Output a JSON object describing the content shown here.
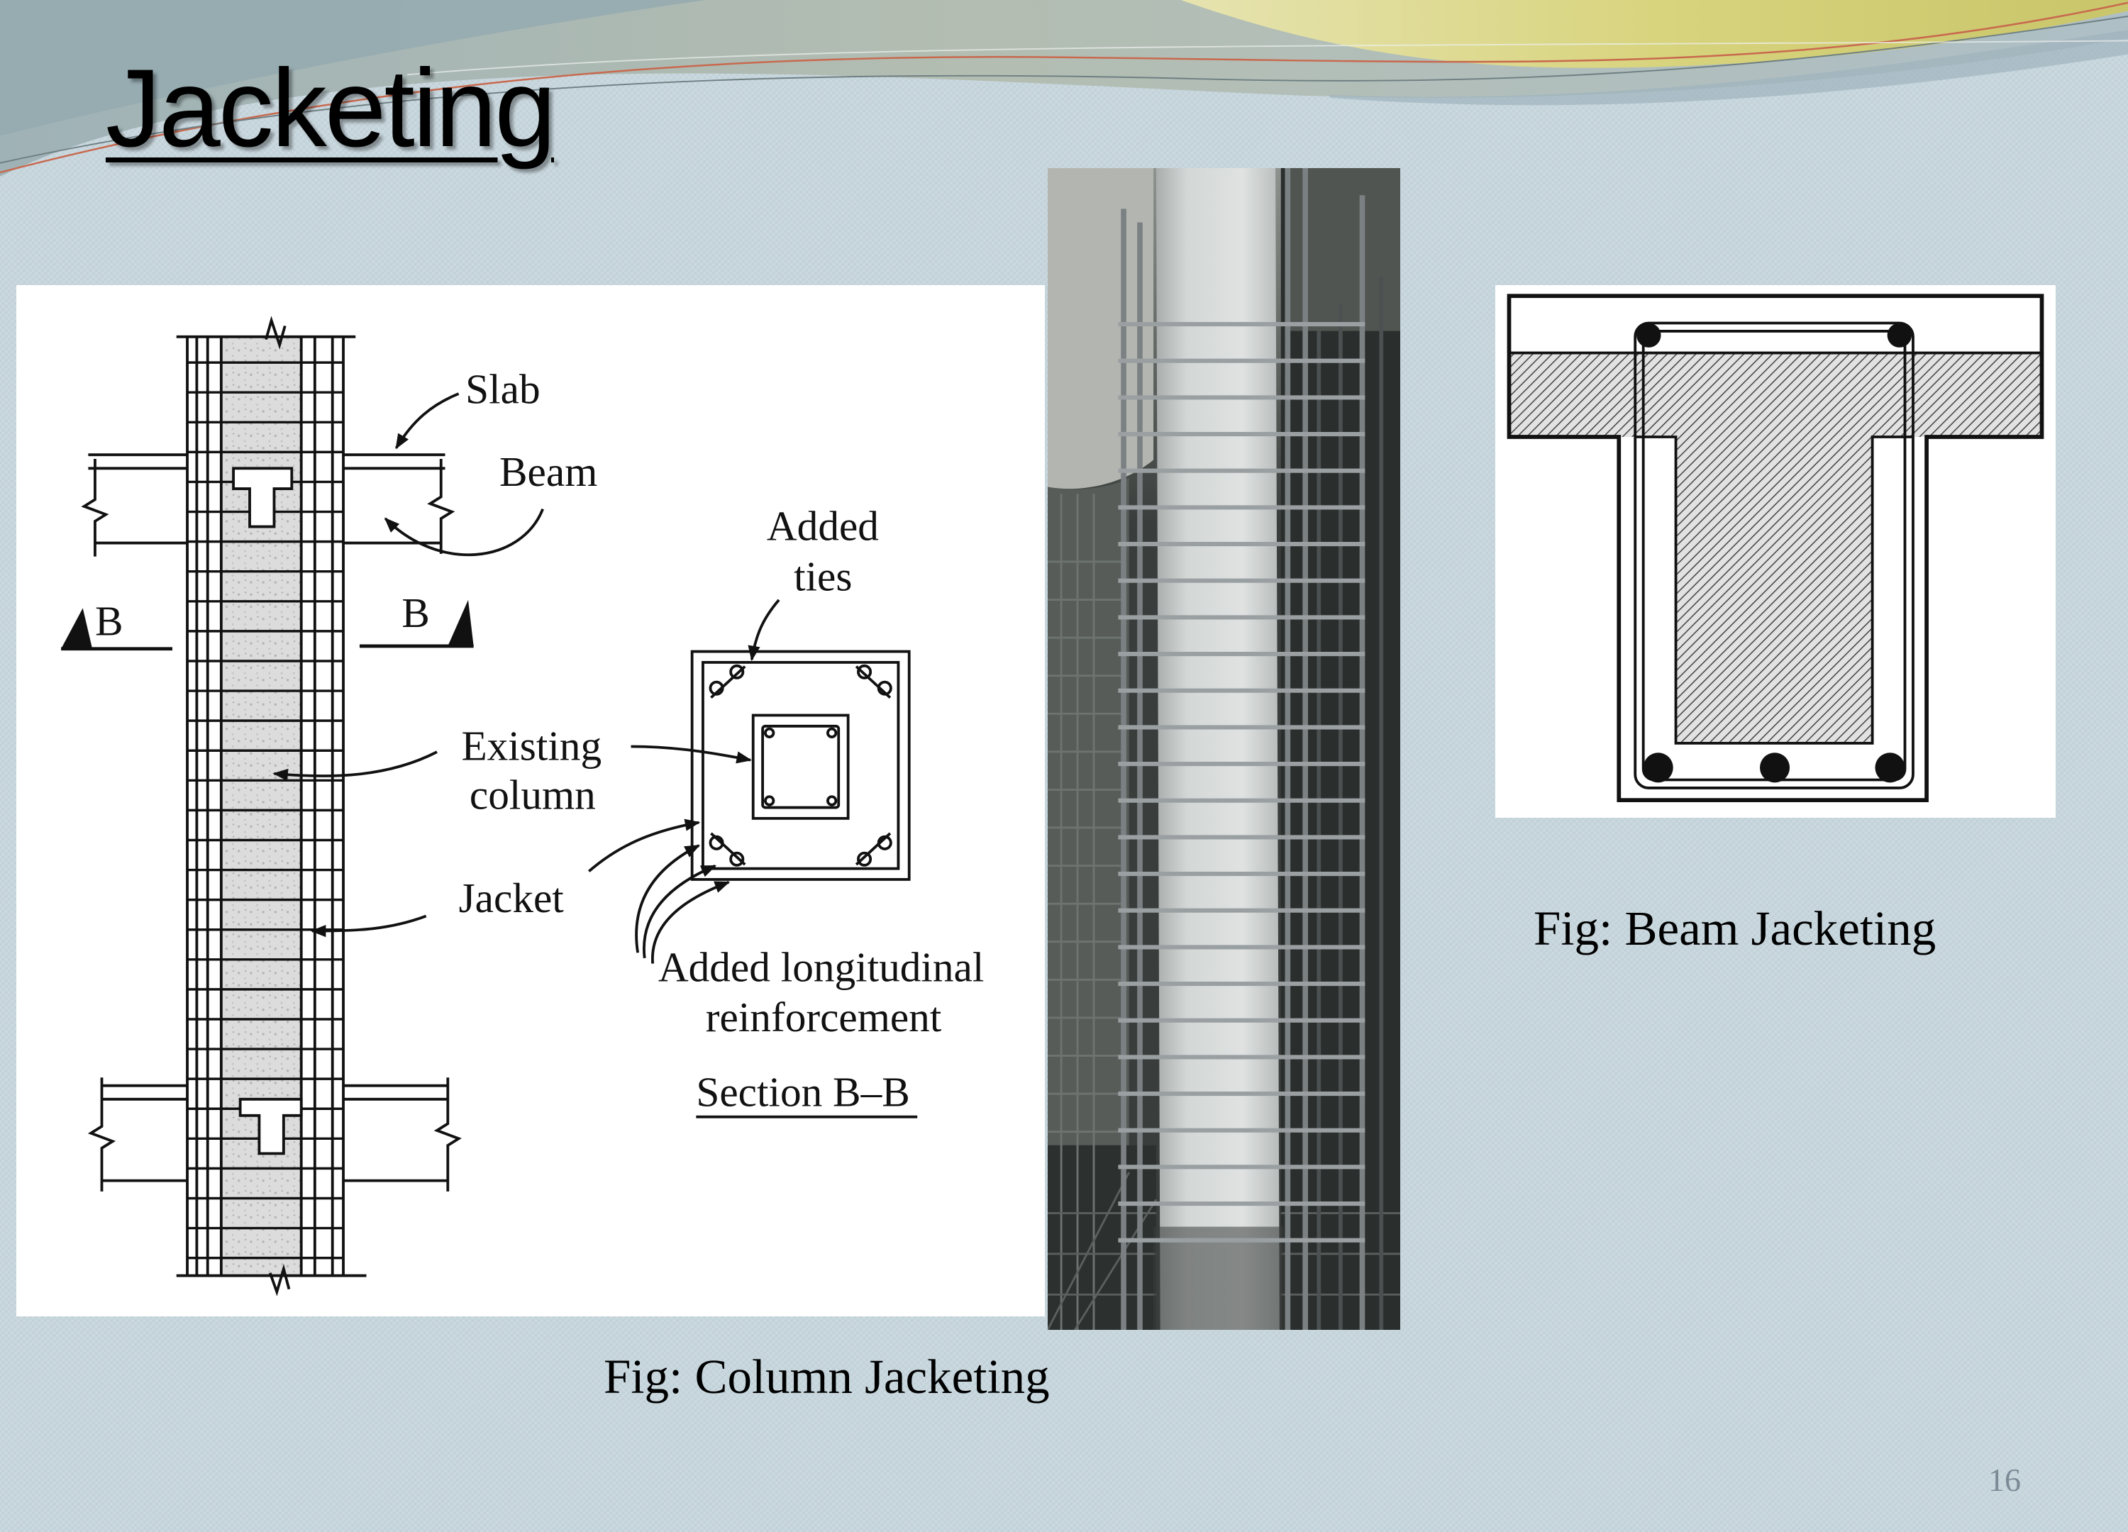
{
  "slide": {
    "title": "Jacketing",
    "page_number": "16"
  },
  "column_jacketing": {
    "caption": "Fig: Column Jacketing",
    "labels": {
      "slab": "Slab",
      "beam": "Beam",
      "section_marker_left": "B",
      "section_marker_right": "B",
      "added_ties": [
        "Added",
        "ties"
      ],
      "existing_column": [
        "Existing",
        "column"
      ],
      "jacket": "Jacket",
      "added_longitudinal_reinforcement": [
        "Added longitudinal",
        "reinforcement"
      ],
      "section_title": "Section B–B"
    }
  },
  "beam_jacketing": {
    "caption": "Fig: Beam Jacketing"
  },
  "theme": {
    "background": "#c7d6dd",
    "title_color": "#000000",
    "page_number_color": "#7b8a96",
    "accent_line_color": "#c8694e"
  }
}
